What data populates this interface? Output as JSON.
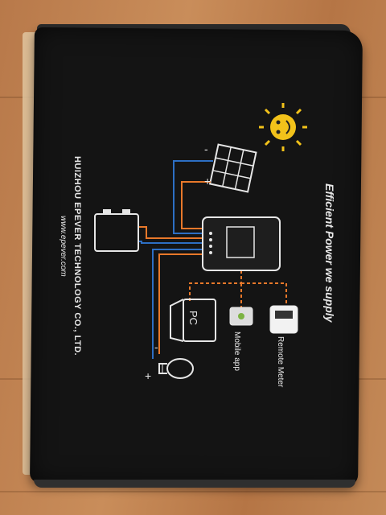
{
  "box": {
    "company": "HUIZHOU EPEVER TECHNOLOGY CO., LTD.",
    "website": "www.epever.com",
    "tagline": "Efficient Power we supply"
  },
  "diagram": {
    "labels": {
      "remote_meter": "Remote Meter",
      "mobile_app": "Mobile app",
      "pc": "PC",
      "minus": "-",
      "plus": "+"
    },
    "colors": {
      "power_line": "#e8782a",
      "data_line": "#2d6fc4",
      "outline": "#e6e6e6",
      "sun": "#f2c21a"
    }
  }
}
